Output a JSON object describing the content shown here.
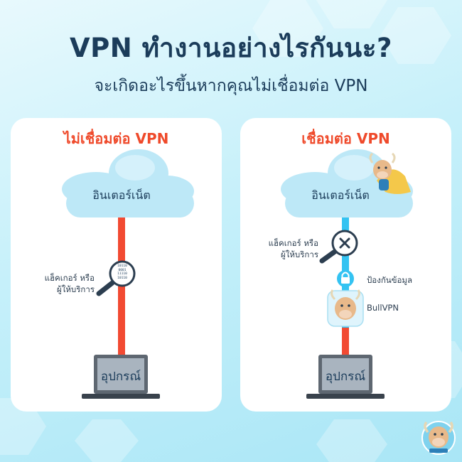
{
  "title": "VPN ทำงานอย่างไรกันนะ?",
  "subtitle": "จะเกิดอะไรขึ้นหากคุณไม่เชื่อมต่อ VPN",
  "left_panel": {
    "heading": "ไม่เชื่อมต่อ VPN",
    "cloud_label": "อินเตอร์เน็ต",
    "hacker_label_line1": "แฮ็คเกอร์ หรือ",
    "hacker_label_line2": "ผู้ให้บริการ",
    "binary_lines": [
      "10110",
      "0001",
      "11110",
      "10110"
    ],
    "device_label": "อุปกรณ์"
  },
  "right_panel": {
    "heading": "เชื่อมต่อ VPN",
    "cloud_label": "อินเตอร์เน็ต",
    "hacker_label_line1": "แฮ็คเกอร์ หรือ",
    "hacker_label_line2": "ผู้ให้บริการ",
    "protect_label": "ป้องกันข้อมูล",
    "vpn_label": "BullVPN",
    "device_label": "อุปกรณ์"
  },
  "colors": {
    "heading_red": "#ef4a2b",
    "title_navy": "#1b3c5a",
    "line_red": "#f24a32",
    "tunnel_blue": "#34c3f2"
  },
  "icons": [
    "cloud-icon",
    "magnifier-icon",
    "laptop-icon",
    "lock-icon",
    "bull-mascot-icon",
    "block-x-icon"
  ]
}
